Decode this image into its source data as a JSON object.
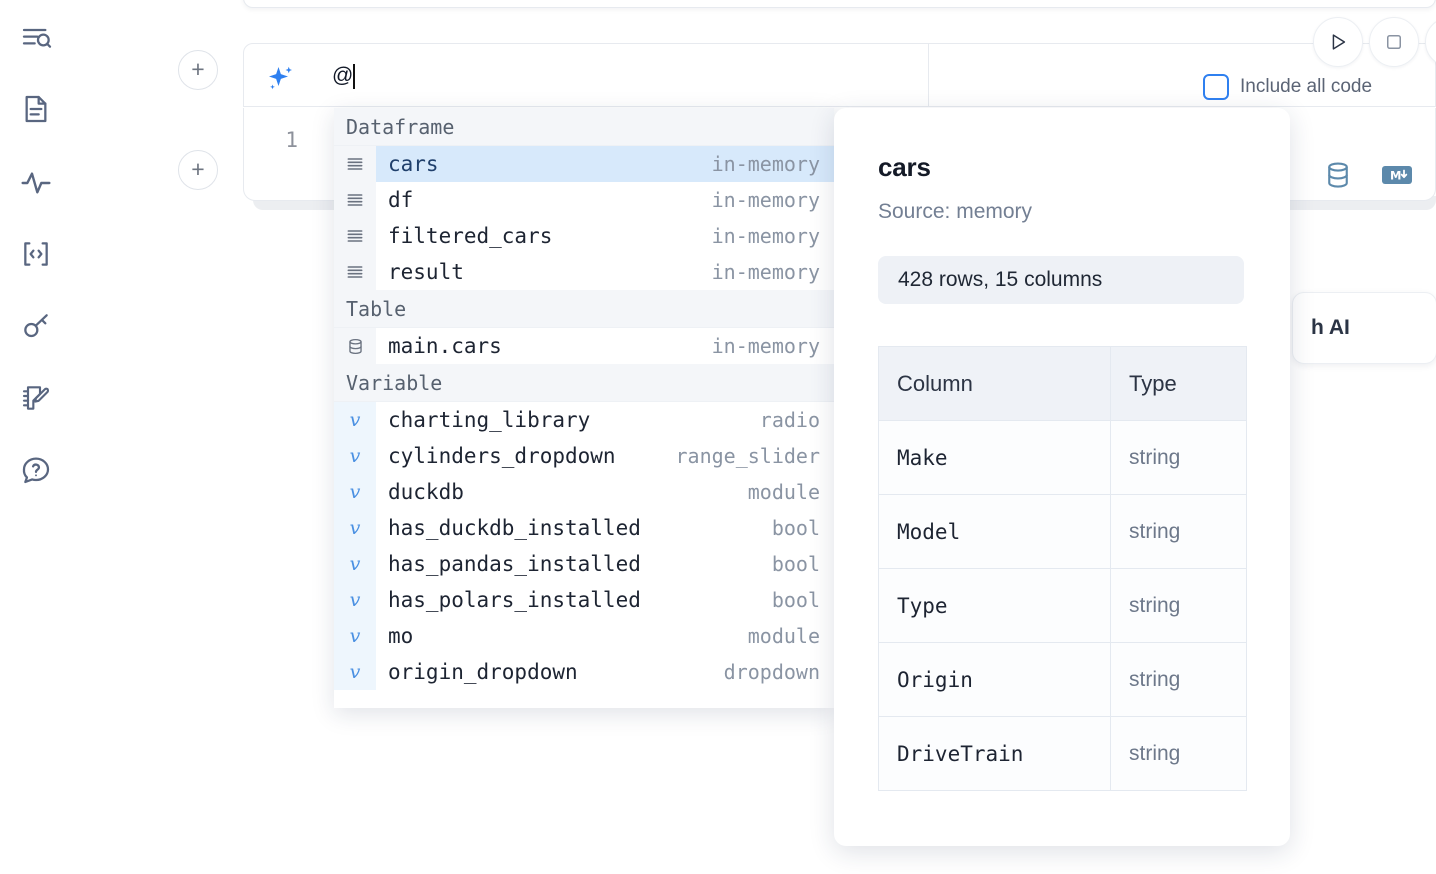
{
  "sidebar": {
    "items": [
      {
        "name": "outline-search-icon",
        "label": "Outline / Search"
      },
      {
        "name": "file-document-icon",
        "label": "Notebook file"
      },
      {
        "name": "activity-pulse-icon",
        "label": "Runtime activity"
      },
      {
        "name": "code-brackets-icon",
        "label": "Snippets"
      },
      {
        "name": "key-icon",
        "label": "Secrets"
      },
      {
        "name": "scratchpad-edit-icon",
        "label": "Scratchpad"
      },
      {
        "name": "help-chat-icon",
        "label": "Help"
      }
    ]
  },
  "toolbar": {
    "run_label": "Run",
    "stop_label": "Stop",
    "include_all_code_label": "Include all code",
    "include_all_code_checked": false
  },
  "ai_prompt": {
    "value": "@",
    "sparkle_icon": "ai-sparkle-icon"
  },
  "code_cell": {
    "line_number": "1",
    "actions": [
      {
        "name": "database-icon",
        "label": "SQL cell"
      },
      {
        "name": "markdown-icon",
        "label": "Markdown cell"
      }
    ]
  },
  "ai_chip": {
    "text": "h AI"
  },
  "autocomplete": {
    "groups": [
      {
        "label": "Dataframe",
        "icon": "dataframe-icon",
        "items": [
          {
            "name": "cars",
            "type": "in-memory",
            "selected": true
          },
          {
            "name": "df",
            "type": "in-memory",
            "selected": false
          },
          {
            "name": "filtered_cars",
            "type": "in-memory",
            "selected": false
          },
          {
            "name": "result",
            "type": "in-memory",
            "selected": false
          }
        ]
      },
      {
        "label": "Table",
        "icon": "table-database-icon",
        "items": [
          {
            "name": "main.cars",
            "type": "in-memory",
            "selected": false
          }
        ]
      },
      {
        "label": "Variable",
        "icon": "variable-icon",
        "items": [
          {
            "name": "charting_library",
            "type": "radio",
            "selected": false
          },
          {
            "name": "cylinders_dropdown",
            "type": "range_slider",
            "selected": false
          },
          {
            "name": "duckdb",
            "type": "module",
            "selected": false
          },
          {
            "name": "has_duckdb_installed",
            "type": "bool",
            "selected": false
          },
          {
            "name": "has_pandas_installed",
            "type": "bool",
            "selected": false
          },
          {
            "name": "has_polars_installed",
            "type": "bool",
            "selected": false
          },
          {
            "name": "mo",
            "type": "module",
            "selected": false
          },
          {
            "name": "origin_dropdown",
            "type": "dropdown",
            "selected": false
          }
        ]
      }
    ]
  },
  "preview": {
    "title": "cars",
    "source": "Source: memory",
    "shape": "428 rows, 15 columns",
    "table": {
      "headers": [
        "Column",
        "Type"
      ],
      "rows": [
        [
          "Make",
          "string"
        ],
        [
          "Model",
          "string"
        ],
        [
          "Type",
          "string"
        ],
        [
          "Origin",
          "string"
        ],
        [
          "DriveTrain",
          "string"
        ]
      ]
    }
  },
  "colors": {
    "accent_blue": "#2f80f0",
    "selection_blue": "#d7e9fb",
    "icon_teal": "#5c89ab",
    "rail_icon": "#596680",
    "panel_border": "#e7eaef"
  }
}
